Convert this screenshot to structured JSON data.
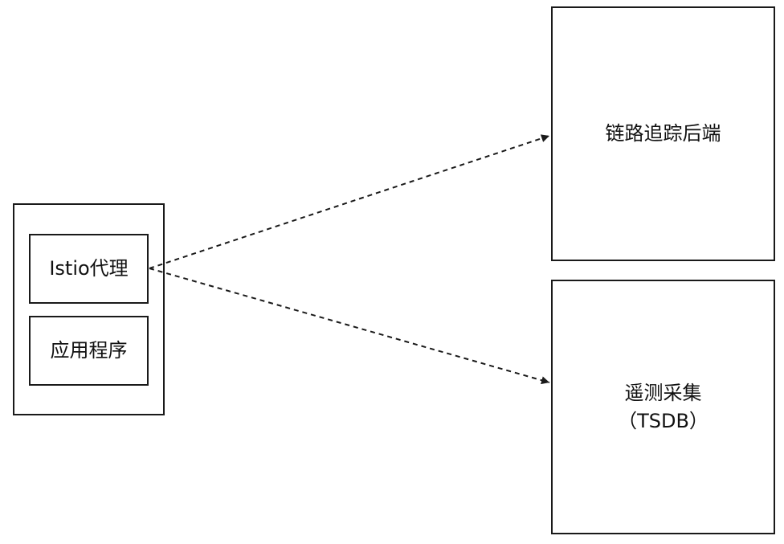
{
  "diagram": {
    "proxy_label": "Istio代理",
    "app_label": "应用程序",
    "tracing_label": "链路追踪后端",
    "telemetry_label": "遥测采集\n（TSDB）"
  },
  "colors": {
    "stroke": "#1a1a1a",
    "background": "#ffffff"
  },
  "edges": [
    {
      "from": "proxy",
      "to": "tracing",
      "style": "dashed"
    },
    {
      "from": "proxy",
      "to": "telemetry",
      "style": "dashed"
    }
  ]
}
